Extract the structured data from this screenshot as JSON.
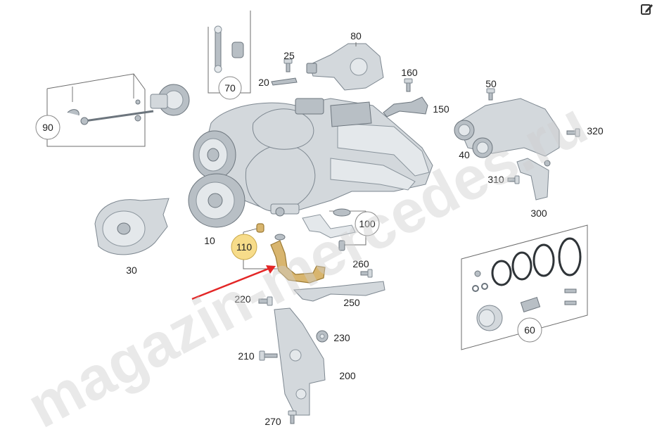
{
  "toolbar": {
    "edit_icon": "edit-icon"
  },
  "watermark": {
    "text": "magazin-mercedes.ru"
  },
  "callouts": {
    "c10": "10",
    "c20": "20",
    "c25": "25",
    "c30": "30",
    "c40": "40",
    "c50": "50",
    "c60": "60",
    "c70": "70",
    "c80": "80",
    "c90": "90",
    "c100": "100",
    "c110": "110",
    "c150": "150",
    "c160": "160",
    "c200": "200",
    "c210": "210",
    "c220": "220",
    "c230": "230",
    "c250": "250",
    "c260": "260",
    "c270": "270",
    "c300": "300",
    "c310": "310",
    "c320": "320"
  },
  "highlight": {
    "part": "110",
    "color": "#f7dc8a",
    "arrow_color": "#e32626"
  }
}
